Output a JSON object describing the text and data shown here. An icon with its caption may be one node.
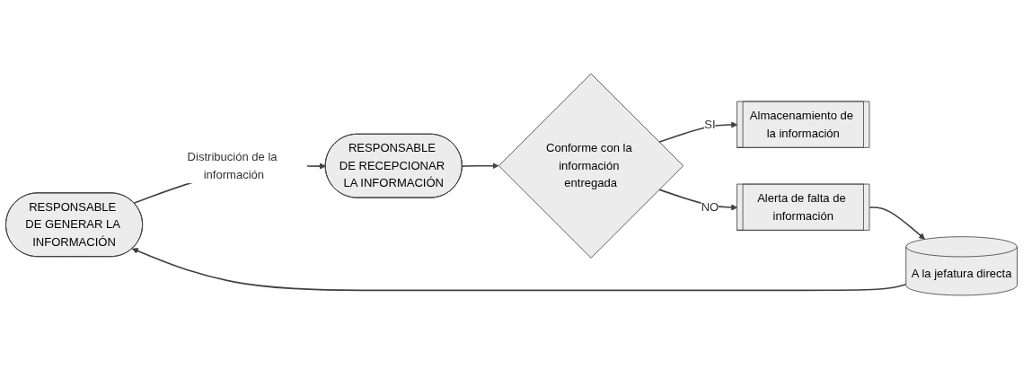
{
  "diagram": {
    "nodes": [
      {
        "text": [
          "RESPONSABLE DE GENERAR LA INFORMACIÓN"
        ]
      },
      {
        "text": [
          "RESPONSABLE DE RECEPCIONAR LA INFORMACIÓN"
        ]
      },
      {
        "text": [
          "Conforme con la información entregada"
        ]
      },
      {
        "text": [
          "Almacenamiento de la información"
        ]
      },
      {
        "text": [
          "Alerta de falta de información"
        ]
      },
      {
        "text": [
          "A la jefatura directa"
        ]
      }
    ],
    "edges": [
      {
        "from": 0,
        "to": 1,
        "arrow": "to",
        "label": "Distribución de la información"
      },
      {
        "from": 1,
        "to": 2,
        "arrow": "to"
      },
      {
        "from": 2,
        "to": 3,
        "arrow": "to",
        "label": "SI"
      },
      {
        "from": 2,
        "to": 4,
        "arrow": "to",
        "label": "NO"
      },
      {
        "from": 4,
        "to": 5,
        "arrow": "to"
      },
      {
        "from": 5,
        "to": 0,
        "arrow": "to"
      }
    ]
  }
}
